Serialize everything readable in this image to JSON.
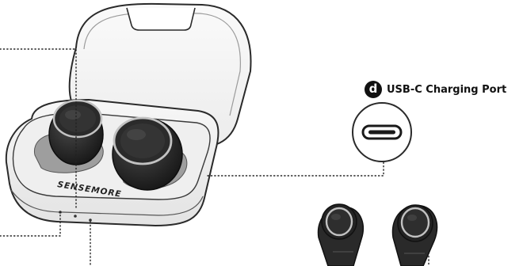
{
  "callout": {
    "badge": "d",
    "label": "USB-C Charging Port"
  },
  "case": {
    "brand": "SENSEMORE"
  },
  "colors": {
    "case_outline": "#2a2a2a",
    "case_fill": "#f4f4f4",
    "bud_dark": "#1c1c1c",
    "bud_ring": "#b9b9b9",
    "leader_line": "#222222"
  },
  "icons": [
    "usb-c-port-icon",
    "earbud-icon",
    "charging-case-icon"
  ]
}
